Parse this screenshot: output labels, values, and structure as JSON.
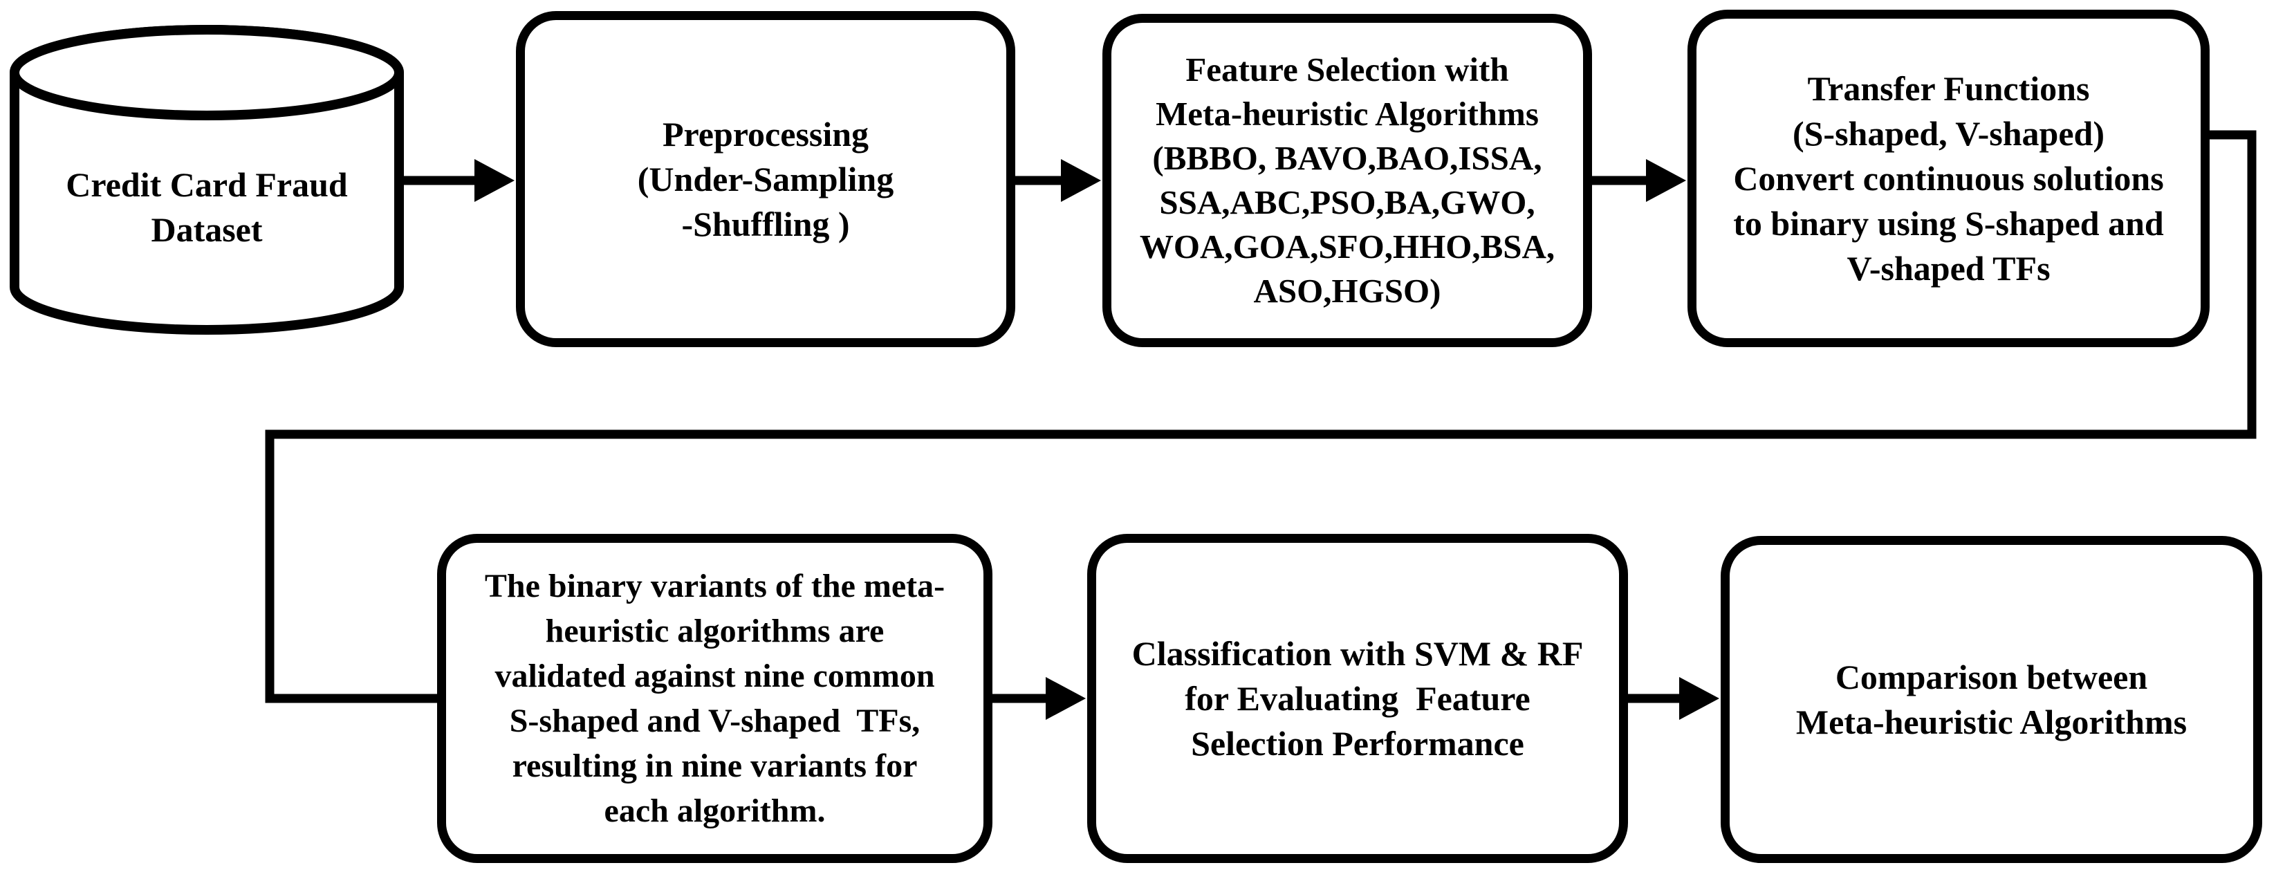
{
  "diagram_type": "flowchart",
  "colors": {
    "background": "#ffffff",
    "stroke": "#000000",
    "text": "#000000"
  },
  "nodes": {
    "dataset": {
      "shape": "cylinder",
      "lines": [
        "Credit Card Fraud",
        "Dataset"
      ]
    },
    "preprocessing": {
      "shape": "rounded-rect",
      "lines": [
        "Preprocessing",
        "(Under-Sampling",
        "-Shuffling )"
      ]
    },
    "feature_selection": {
      "shape": "rounded-rect",
      "lines": [
        "Feature Selection with",
        "Meta-heuristic Algorithms",
        "(BBBO, BAVO,BAO,ISSA,",
        "SSA,ABC,PSO,BA,GWO,",
        "WOA,GOA,SFO,HHO,BSA,",
        "ASO,HGSO)"
      ]
    },
    "transfer_functions": {
      "shape": "rounded-rect",
      "lines": [
        "Transfer Functions",
        "(S-shaped, V-shaped)",
        "Convert continuous solutions",
        "to binary using S-shaped and",
        "V-shaped TFs"
      ]
    },
    "validation": {
      "shape": "rounded-rect",
      "lines": [
        "The binary variants of the meta-",
        "heuristic algorithms are",
        "validated against nine common",
        "S-shaped and V-shaped  TFs,",
        "resulting in nine variants for",
        "each algorithm."
      ]
    },
    "classification": {
      "shape": "rounded-rect",
      "lines": [
        "Classification with SVM & RF",
        "for Evaluating  Feature",
        "Selection Performance"
      ]
    },
    "comparison": {
      "shape": "rounded-rect",
      "lines": [
        "Comparison between",
        "Meta-heuristic Algorithms"
      ]
    }
  },
  "flow": [
    {
      "from": "dataset",
      "to": "preprocessing",
      "type": "arrow"
    },
    {
      "from": "preprocessing",
      "to": "feature_selection",
      "type": "arrow"
    },
    {
      "from": "feature_selection",
      "to": "transfer_functions",
      "type": "arrow"
    },
    {
      "from": "transfer_functions",
      "to": "validation",
      "type": "elbow-line"
    },
    {
      "from": "validation",
      "to": "classification",
      "type": "arrow"
    },
    {
      "from": "classification",
      "to": "comparison",
      "type": "arrow"
    }
  ]
}
